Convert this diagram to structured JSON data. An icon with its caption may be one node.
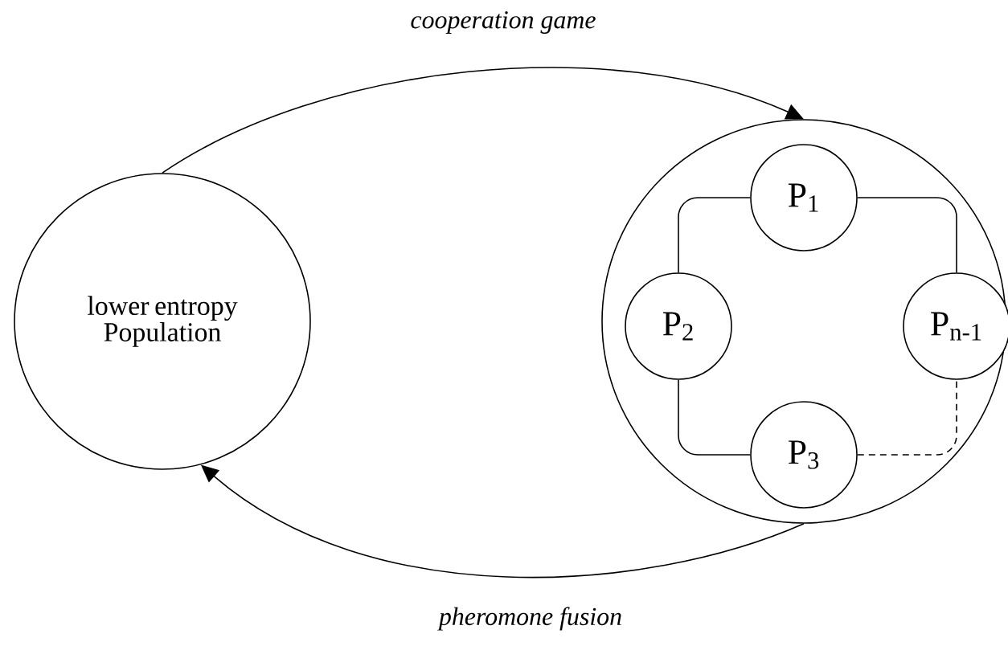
{
  "diagram": {
    "nodes": [
      {
        "text": [
          "lower entropy Population"
        ]
      },
      {
        "text": [],
        "shape": "circle"
      },
      {
        "text": [
          "P$_{1}$"
        ],
        "in": 1
      },
      {
        "text": [
          "P$_{2}$"
        ],
        "in": 1
      },
      {
        "text": [
          "P$_{n-1}$"
        ],
        "in": 1
      },
      {
        "text": [
          "P$_{3}$"
        ],
        "in": 1
      }
    ],
    "edges": [
      {
        "from": 0,
        "to": 1,
        "arrow": "to",
        "label": "cooperation game"
      },
      {
        "from": 1,
        "to": 0,
        "arrow": "to",
        "label": "pheromone fusion"
      },
      {
        "from": 2,
        "to": 3,
        "arrow": "none"
      },
      {
        "from": 3,
        "to": 5,
        "arrow": "none"
      },
      {
        "from": 5,
        "to": 4,
        "arrow": "none",
        "style": "dashed"
      },
      {
        "from": 4,
        "to": 2,
        "arrow": "none"
      }
    ]
  }
}
